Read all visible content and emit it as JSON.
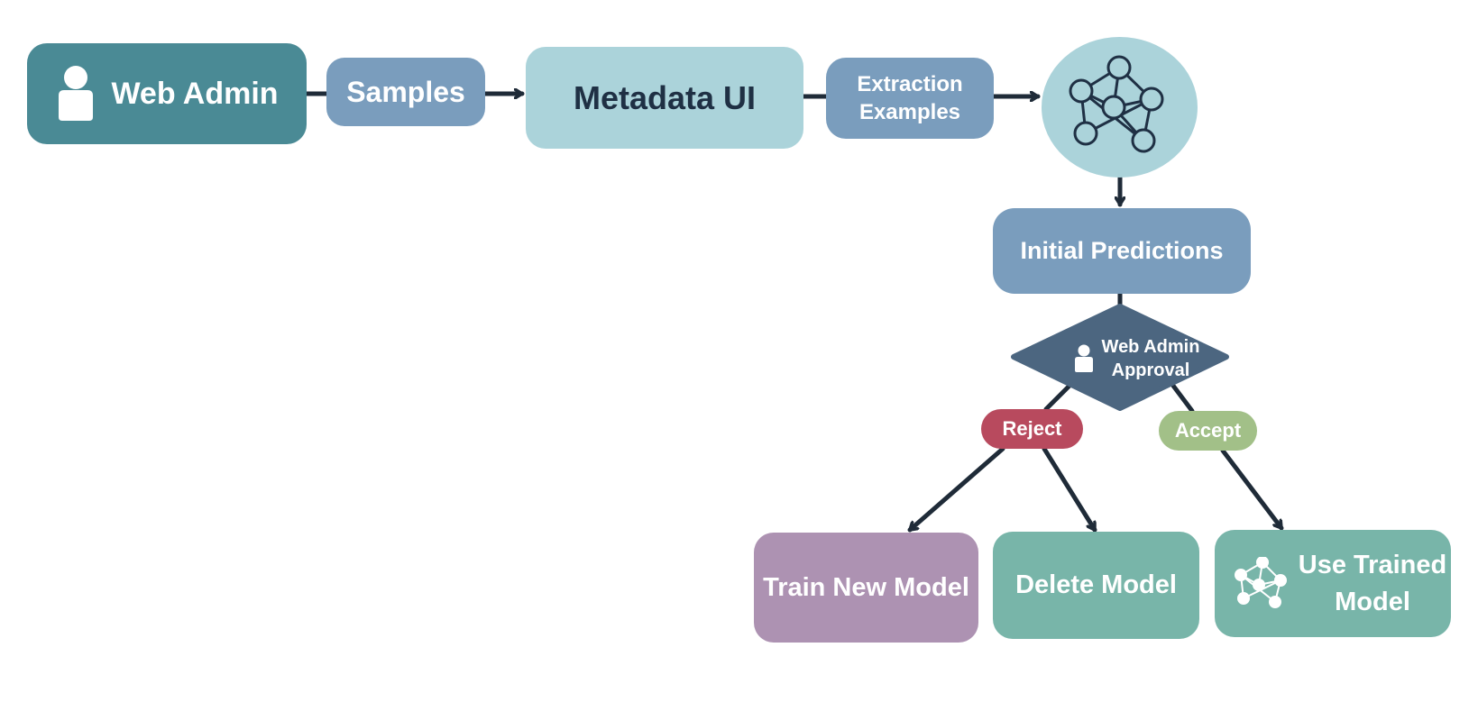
{
  "diagram": {
    "nodes": {
      "web_admin": {
        "label": "Web Admin",
        "icon": "person-icon"
      },
      "samples": {
        "label": "Samples"
      },
      "metadata_ui": {
        "label": "Metadata UI"
      },
      "extraction_examples": {
        "label": "Extraction\nExamples"
      },
      "model": {
        "icon": "network-icon"
      },
      "initial_predictions": {
        "label": "Initial Predictions"
      },
      "approval": {
        "label": "Web Admin\nApproval",
        "icon": "person-icon"
      },
      "reject": {
        "label": "Reject"
      },
      "accept": {
        "label": "Accept"
      },
      "train_new_model": {
        "label": "Train New Model"
      },
      "delete_model": {
        "label": "Delete Model"
      },
      "use_trained_model": {
        "label": "Use Trained\nModel",
        "icon": "network-icon"
      }
    },
    "edges": [
      {
        "from": "web_admin",
        "to": "samples"
      },
      {
        "from": "samples",
        "to": "metadata_ui"
      },
      {
        "from": "metadata_ui",
        "to": "extraction_examples"
      },
      {
        "from": "extraction_examples",
        "to": "model"
      },
      {
        "from": "model",
        "to": "initial_predictions"
      },
      {
        "from": "initial_predictions",
        "to": "approval"
      },
      {
        "from": "approval",
        "to": "reject"
      },
      {
        "from": "reject",
        "to": "train_new_model"
      },
      {
        "from": "reject",
        "to": "delete_model"
      },
      {
        "from": "approval",
        "to": "accept"
      },
      {
        "from": "accept",
        "to": "use_trained_model"
      }
    ],
    "colors": {
      "teal_dark": "#4a8a95",
      "steel_blue": "#7a9dbd",
      "light_teal": "#abd3da",
      "slate": "#4c6680",
      "reject_red": "#b84a5e",
      "accept_green": "#a2c088",
      "mauve": "#ad92b2",
      "sea_green": "#78b5a9",
      "arrow": "#1f2b38"
    }
  }
}
